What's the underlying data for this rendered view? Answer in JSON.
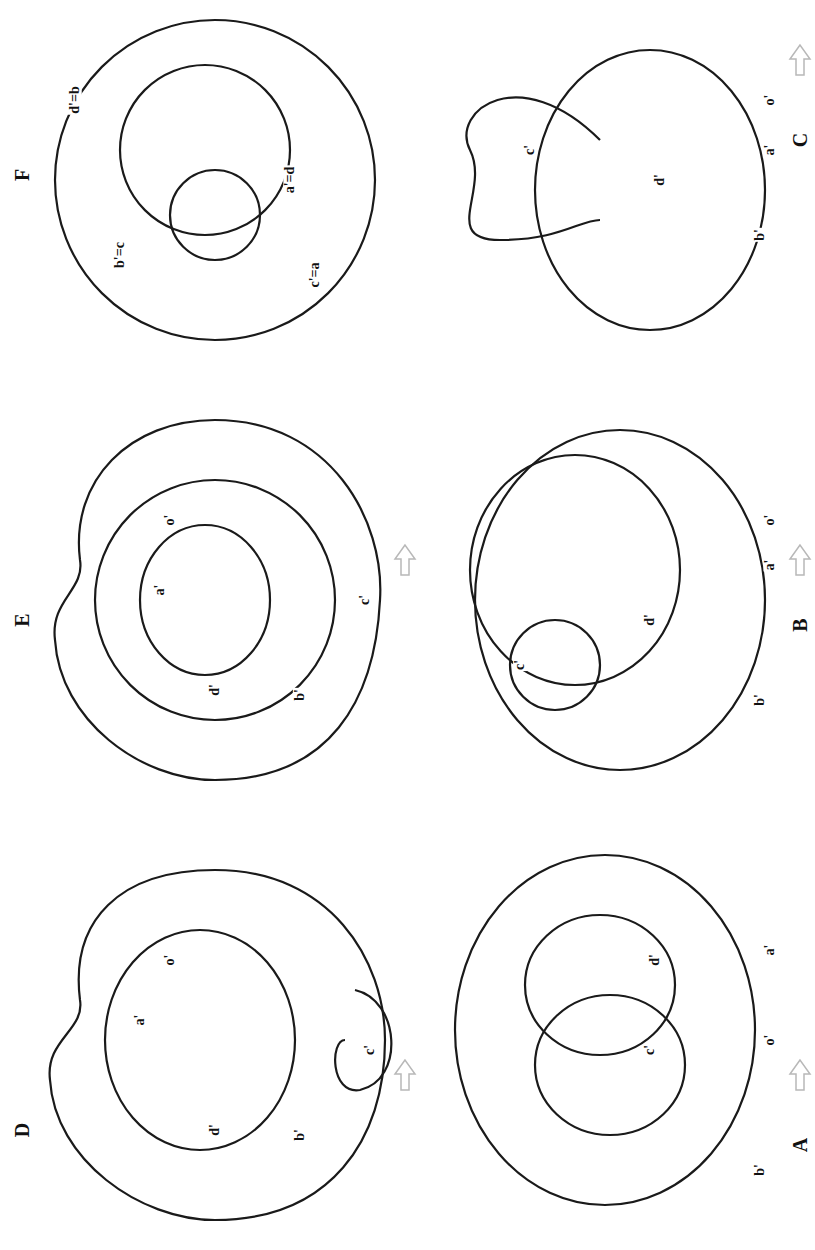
{
  "diagram": {
    "labels": [
      "o'",
      "a'",
      "c'",
      "d'",
      "b'",
      "C",
      "o'",
      "a'",
      "c'",
      "d'",
      "b'",
      "B",
      "a'",
      "o'",
      "d'",
      "c'",
      "b'",
      "A",
      "d'=b",
      "a'=d",
      "b'=c",
      "c'=a",
      "F",
      "c'",
      "o'",
      "a'",
      "d'",
      "b'",
      "E",
      "c'",
      "o'",
      "a'",
      "d'",
      "b'",
      "D"
    ]
  }
}
